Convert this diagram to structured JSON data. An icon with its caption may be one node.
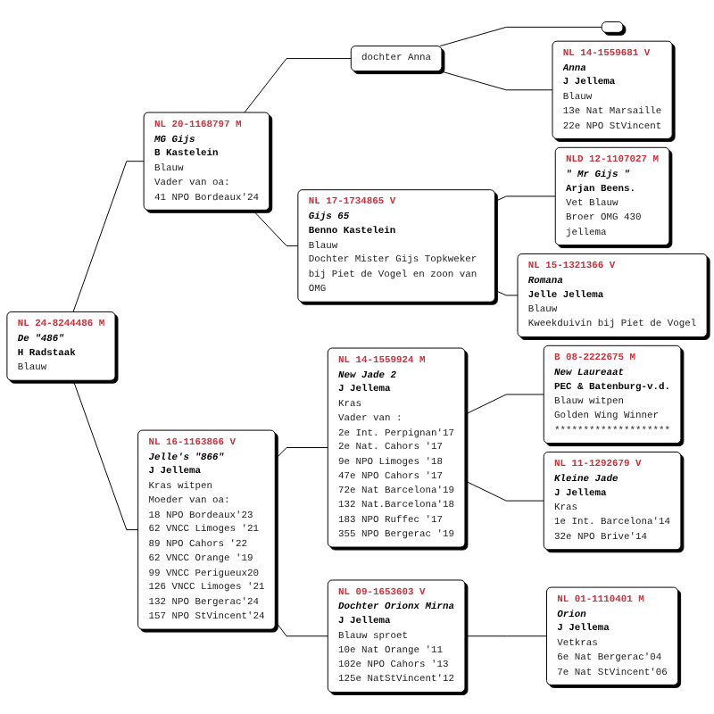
{
  "diagram": {
    "nodes": [
      {
        "text": [
          "NL 24-8244486 M",
          "De \"486\"",
          "H Radstaak",
          "Blauw"
        ]
      },
      {
        "text": [
          "NL 20-1168797 M",
          "MG Gijs",
          "B Kastelein",
          "Blauw",
          "Vader van oa:",
          "41 NPO Bordeaux'24"
        ]
      },
      {
        "text": [
          "NL 16-1163866 V",
          "Jelle's \"866\"",
          "J Jellema",
          "Kras witpen",
          "Moeder van oa:",
          "18 NPO Bordeaux'23",
          "62 VNCC Limoges '21",
          "89 NPO Cahors '22",
          "62 VNCC Orange '19",
          "99 VNCC Perigueux20",
          "126 VNCC Limoges '21",
          "132 NPO Bergerac'24",
          "157 NPO StVincent'24"
        ]
      },
      {
        "text": [
          "dochter Anna"
        ]
      },
      {
        "text": [
          "NL 17-1734865 V",
          "Gijs 65",
          "Benno Kastelein",
          "Blauw",
          "Dochter Mister Gijs Topkweker bij Piet de Vogel en zoon van OMG"
        ]
      },
      {
        "text": [
          "NL 14-1559924 M",
          "New Jade 2",
          "J Jellema",
          "Kras",
          "Vader van :",
          "2e Int. Perpignan'17",
          "2e Nat. Cahors '17",
          "9e NPO Limoges '18",
          "47e NPO Cahors '17",
          "72e Nat Barcelona'19",
          "132 Nat.Barcelona'18",
          "183 NPO Ruffec '17",
          "355 NPO Bergerac '19"
        ]
      },
      {
        "text": [
          "NL 09-1653603 V",
          "Dochter Orionx Mirna",
          "J Jellema",
          "Blauw sproet",
          "10e Nat Orange '11",
          "102e NPO Cahors '13",
          "125e NatStVincent'12"
        ]
      },
      {
        "text": [],
        "shape": "box"
      },
      {
        "text": [
          "NL 14-1559681 V",
          "Anna",
          "J Jellema",
          "Blauw",
          "13e Nat Marsaille",
          "22e NPO StVincent"
        ]
      },
      {
        "text": [
          "NLD 12-1107027 M",
          "\" Mr Gijs \"",
          "Arjan Beens.",
          "Vet Blauw",
          "Broer OMG 430",
          "jellema"
        ]
      },
      {
        "text": [
          "NL 15-1321366 V",
          "Romana",
          "Jelle Jellema",
          "Blauw",
          "Kweekduivin bij Piet de Vogel"
        ]
      },
      {
        "text": [
          "B 08-2222675 M",
          "New Laureaat",
          "PEC & Batenburg-v.d.",
          "Blauw witpen",
          "Golden Wing Winner",
          "********************"
        ]
      },
      {
        "text": [
          "NL 11-1292679 V",
          "Kleine Jade",
          "J Jellema",
          "Kras",
          "1e Int. Barcelona'14",
          "32e NPO Brive'14"
        ]
      },
      {
        "text": [
          "NL 01-1110401 M",
          "Orion",
          "J Jellema",
          "Vetkras",
          "6e Nat Bergerac'04",
          "7e Nat StVincent'06"
        ]
      }
    ],
    "edges": [
      {
        "from": 0,
        "to": 1,
        "arrow": "none"
      },
      {
        "from": 0,
        "to": 2,
        "arrow": "none"
      },
      {
        "from": 1,
        "to": 3,
        "arrow": "none"
      },
      {
        "from": 1,
        "to": 4,
        "arrow": "none"
      },
      {
        "from": 2,
        "to": 5,
        "arrow": "none"
      },
      {
        "from": 2,
        "to": 6,
        "arrow": "none"
      },
      {
        "from": 3,
        "to": 7,
        "arrow": "none"
      },
      {
        "from": 3,
        "to": 8,
        "arrow": "none"
      },
      {
        "from": 4,
        "to": 9,
        "arrow": "none"
      },
      {
        "from": 4,
        "to": 10,
        "arrow": "none"
      },
      {
        "from": 5,
        "to": 11,
        "arrow": "none"
      },
      {
        "from": 5,
        "to": 12,
        "arrow": "none"
      },
      {
        "from": 6,
        "to": 13,
        "arrow": "none"
      }
    ]
  }
}
